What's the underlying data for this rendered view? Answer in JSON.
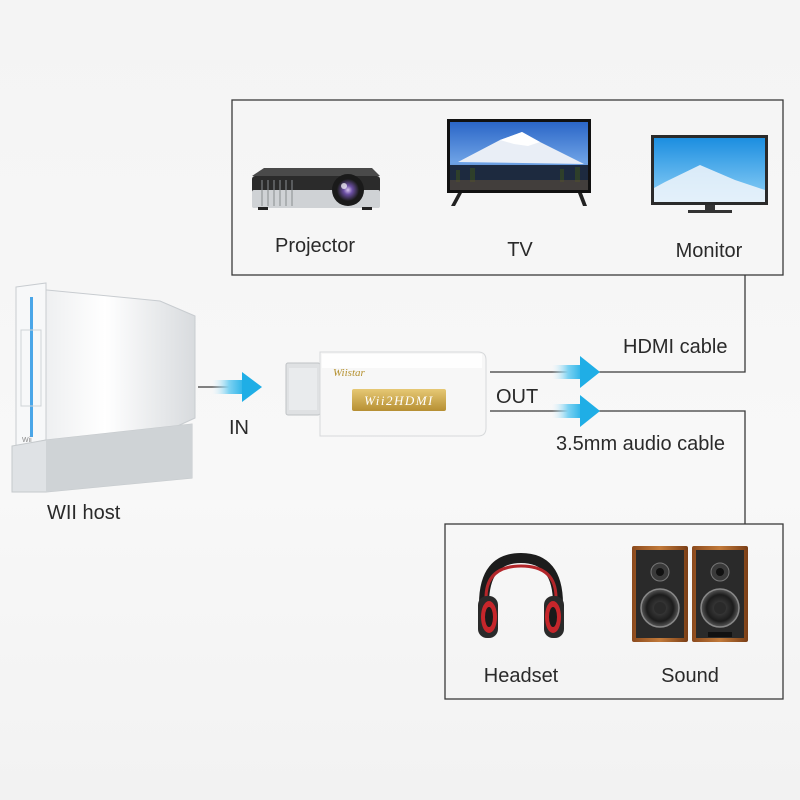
{
  "labels": {
    "projector": "Projector",
    "tv": "TV",
    "monitor": "Monitor",
    "hdmi_cable": "HDMI cable",
    "out": "OUT",
    "audio_cable": "3.5mm audio cable",
    "in": "IN",
    "wii_host": "WII host",
    "headset": "Headset",
    "sound": "Sound"
  },
  "adapter": {
    "brand": "Wiistar",
    "model": "Wii2HDMI"
  },
  "colors": {
    "arrow": "#36b8ea",
    "line": "#3a3a3a",
    "gold": "#c9a546"
  }
}
